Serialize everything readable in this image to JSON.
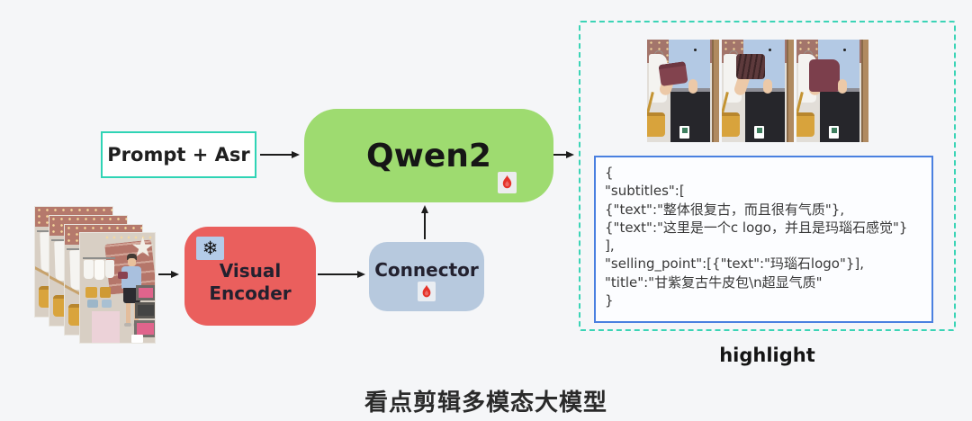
{
  "title": "看点剪辑多模态大模型",
  "colors": {
    "page_background": "#f5f6f8",
    "accent_teal": "#2fd4b5",
    "qwen2_green": "#9edb70",
    "visual_encoder_red": "#ea5f5d",
    "connector_blue": "#b7c9de",
    "json_border_blue": "#4a80e0",
    "arrow_ink": "#1c1c1c"
  },
  "nodes": {
    "prompt_asr": {
      "label": "Prompt + Asr"
    },
    "qwen2": {
      "label": "Qwen2",
      "icon": "fire-icon"
    },
    "visual_encoder": {
      "label": "Visual Encoder",
      "icon": "snowflake-icon"
    },
    "connector": {
      "label": "Connector",
      "icon": "fire-icon"
    }
  },
  "input": {
    "stacked_photos_count": 4
  },
  "output_panel": {
    "label": "highlight",
    "video_frames_count": 3,
    "json_text": "{\n\"subtitles\":[\n{\"text\":\"整体很复古，而且很有气质\"},\n{\"text\":\"这里是一个c logo，并且是玛瑙石感觉\"}\n],\n\"selling_point\":[{\"text\":\"玛瑙石logo\"}],\n\"title\":\"甘紫复古牛皮包\\n超显气质\"\n}"
  },
  "icons": {
    "snowflake_glyph": "❄",
    "star_glyph": "★"
  }
}
